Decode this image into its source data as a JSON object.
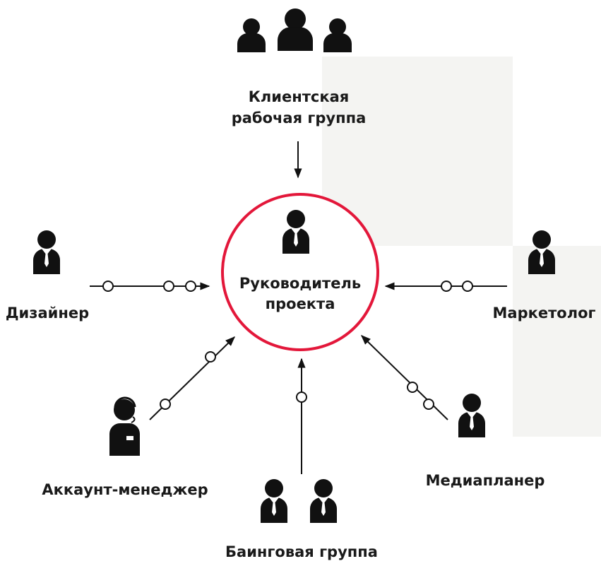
{
  "diagram": {
    "colors": {
      "accent": "#e3173a",
      "ink": "#111111",
      "panel": "#f4f4f2"
    },
    "center": {
      "line1": "Руководитель",
      "line2": "проекта",
      "icon": "manager-icon"
    },
    "nodes": {
      "client": {
        "line1": "Клиентская",
        "line2": "рабочая группа",
        "icon": "group-icon"
      },
      "designer": {
        "label": "Дизайнер",
        "icon": "person-tie-icon"
      },
      "marketer": {
        "label": "Маркетолог",
        "icon": "person-tie-icon"
      },
      "account": {
        "label": "Аккаунт-менеджер",
        "icon": "headset-person-icon"
      },
      "buying": {
        "label": "Баинговая группа",
        "icon": "two-people-icon"
      },
      "media": {
        "label": "Медиапланер",
        "icon": "person-tie-icon"
      }
    }
  }
}
